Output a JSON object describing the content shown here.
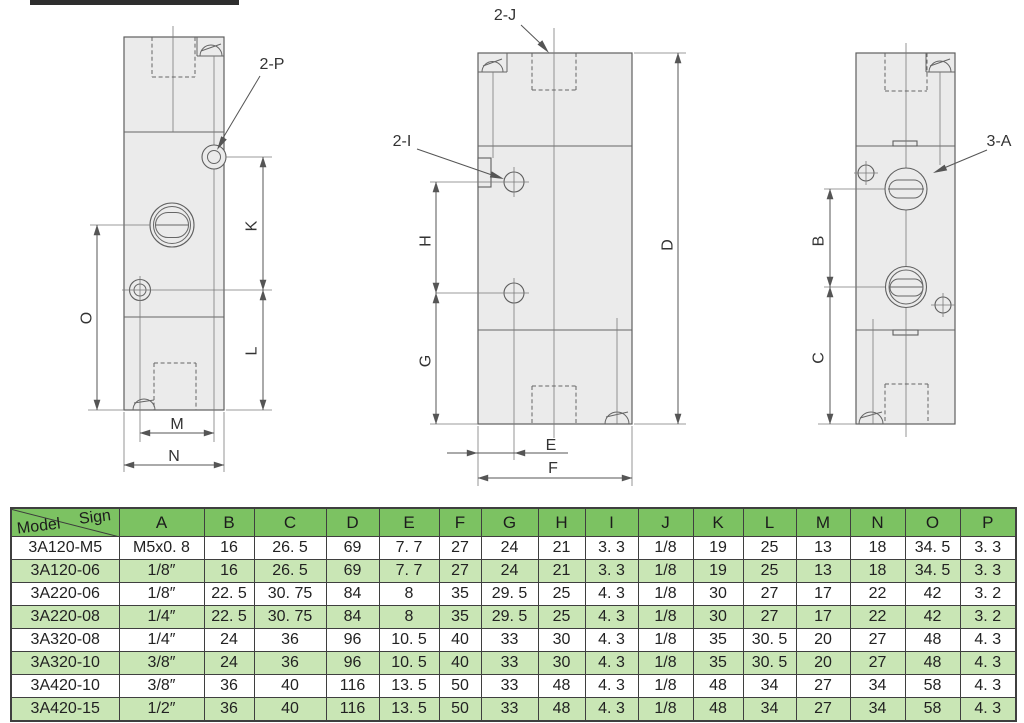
{
  "colors": {
    "header_bg": "#7cc262",
    "row_alt_bg": "#c9e6b5",
    "row_bg": "#ffffff",
    "table_border": "#3f3f3f",
    "table_text": "#222222",
    "crop_bar": "#2e2e2e"
  },
  "drawings": {
    "left": {
      "callout": "2-P",
      "dims": {
        "o": "O",
        "k": "K",
        "l": "L",
        "m": "M",
        "n": "N"
      }
    },
    "middle": {
      "callout_top": "2-J",
      "callout_left": "2-I",
      "dims": {
        "h": "H",
        "g": "G",
        "d": "D",
        "e": "E",
        "f": "F"
      }
    },
    "right": {
      "callout": "3-A",
      "dims": {
        "b": "B",
        "c": "C"
      }
    }
  },
  "table": {
    "corner": {
      "sign": "Sign",
      "model": "Model"
    },
    "columns": [
      "A",
      "B",
      "C",
      "D",
      "E",
      "F",
      "G",
      "H",
      "I",
      "J",
      "K",
      "L",
      "M",
      "N",
      "O",
      "P"
    ],
    "rows": [
      {
        "model": "3A120-M5",
        "values": [
          "M5x0. 8",
          "16",
          "26. 5",
          "69",
          "7. 7",
          "27",
          "24",
          "21",
          "3. 3",
          "1/8",
          "19",
          "25",
          "13",
          "18",
          "34. 5",
          "3. 3"
        ]
      },
      {
        "model": "3A120-06",
        "values": [
          "1/8″",
          "16",
          "26. 5",
          "69",
          "7. 7",
          "27",
          "24",
          "21",
          "3. 3",
          "1/8",
          "19",
          "25",
          "13",
          "18",
          "34. 5",
          "3. 3"
        ]
      },
      {
        "model": "3A220-06",
        "values": [
          "1/8″",
          "22. 5",
          "30. 75",
          "84",
          "8",
          "35",
          "29. 5",
          "25",
          "4. 3",
          "1/8",
          "30",
          "27",
          "17",
          "22",
          "42",
          "3. 2"
        ]
      },
      {
        "model": "3A220-08",
        "values": [
          "1/4″",
          "22. 5",
          "30. 75",
          "84",
          "8",
          "35",
          "29. 5",
          "25",
          "4. 3",
          "1/8",
          "30",
          "27",
          "17",
          "22",
          "42",
          "3. 2"
        ]
      },
      {
        "model": "3A320-08",
        "values": [
          "1/4″",
          "24",
          "36",
          "96",
          "10. 5",
          "40",
          "33",
          "30",
          "4. 3",
          "1/8",
          "35",
          "30. 5",
          "20",
          "27",
          "48",
          "4. 3"
        ]
      },
      {
        "model": "3A320-10",
        "values": [
          "3/8″",
          "24",
          "36",
          "96",
          "10. 5",
          "40",
          "33",
          "30",
          "4. 3",
          "1/8",
          "35",
          "30. 5",
          "20",
          "27",
          "48",
          "4. 3"
        ]
      },
      {
        "model": "3A420-10",
        "values": [
          "3/8″",
          "36",
          "40",
          "116",
          "13. 5",
          "50",
          "33",
          "48",
          "4. 3",
          "1/8",
          "48",
          "34",
          "27",
          "34",
          "58",
          "4. 3"
        ]
      },
      {
        "model": "3A420-15",
        "values": [
          "1/2″",
          "36",
          "40",
          "116",
          "13. 5",
          "50",
          "33",
          "48",
          "4. 3",
          "1/8",
          "48",
          "34",
          "27",
          "34",
          "58",
          "4. 3"
        ]
      }
    ]
  }
}
